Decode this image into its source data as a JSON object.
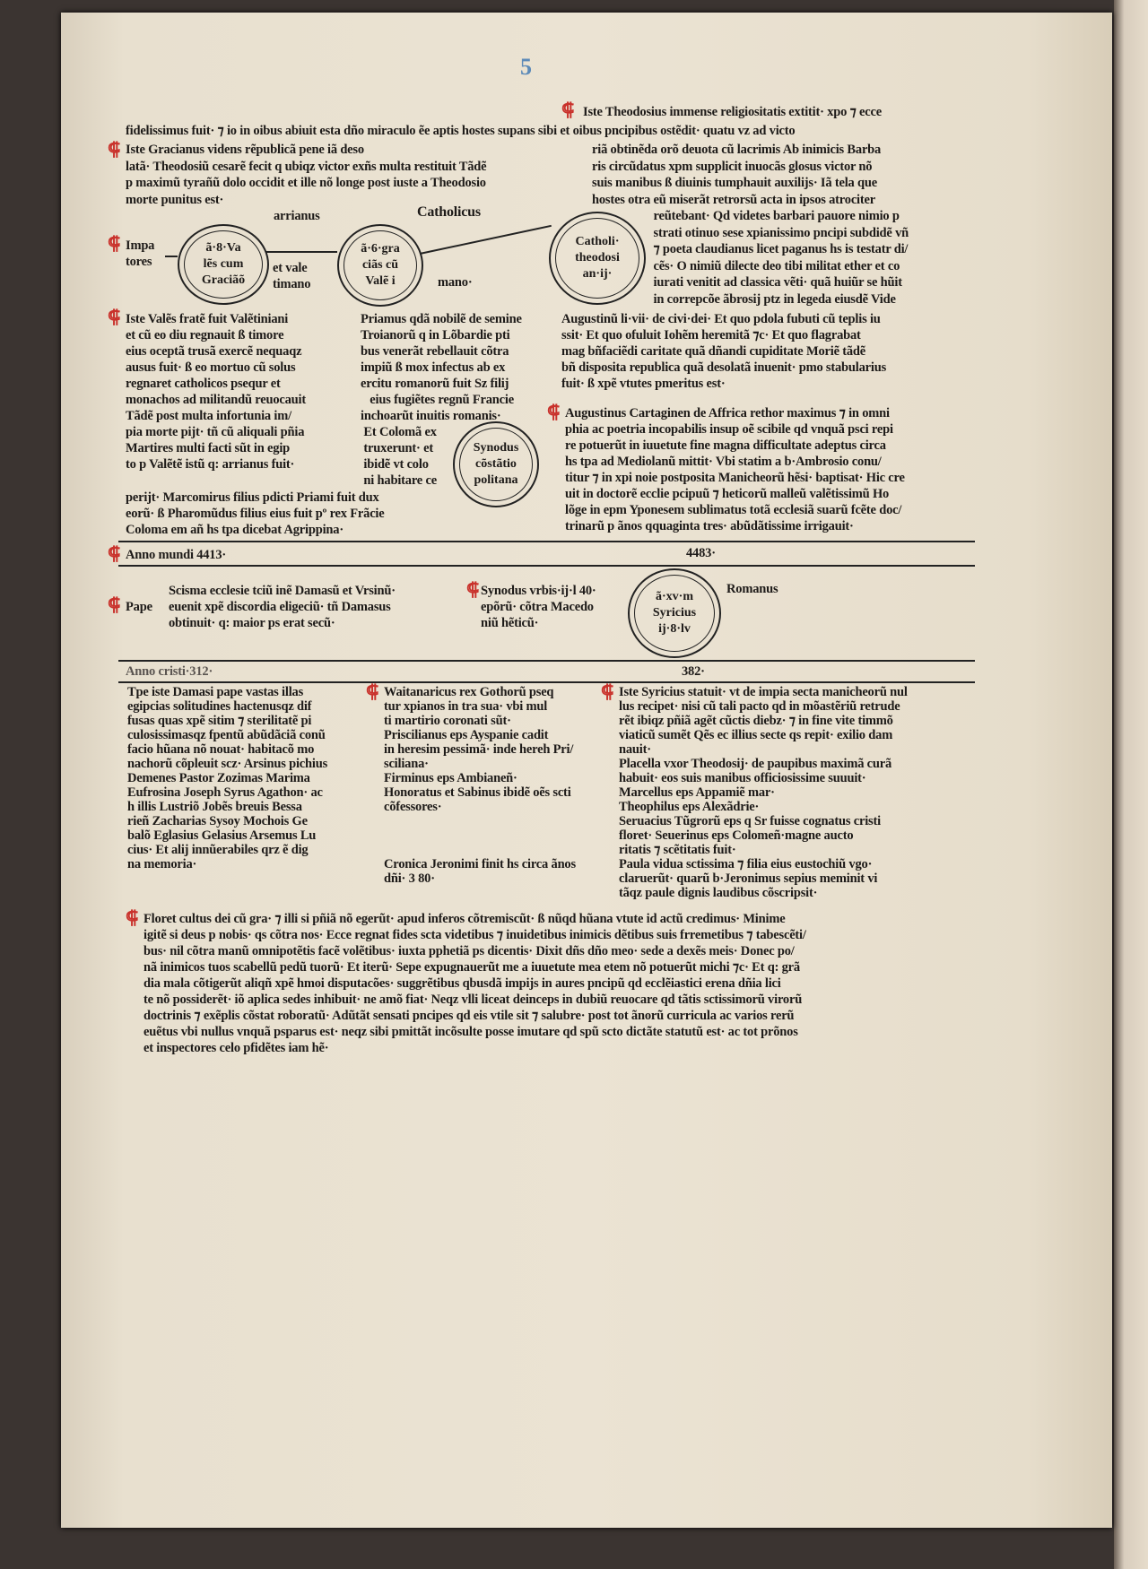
{
  "folio_mark": "5",
  "top": {
    "heading": "Iste Theodosius immense religiositatis extitit· xpo ⁊ ecce",
    "line2": "fidelissimus fuit· ⁊ io in oibus abiuit esta dño miraculo ẽe aptis hostes supans sibi et oibus pncipibus ostẽdit· quatu vz ad victo",
    "left": "Iste Gracianus videns rẽpublicã pene iã deso\nlatã· Theodosiũ cesarẽ fecit q ubiqz victor exñs multa restituit Tãdẽ\np maximũ tyrañũ dolo occidit et ille nõ longe post iuste a Theodosio\nmorte punitus est·",
    "right": "riã obtinẽda orõ deuota cũ lacrimis Ab inimicis Barba\nris circũdatus xpm supplicit inuocãs glosus victor nõ\nsuis manibus ß diuinis tumphauit auxilijs· Iã tela que\nhostes otra eũ miserãt retrorsũ acta in ipsos atrociter\n                    reũtebant· Qd videtes barbari pauore nimio p\n                    strati otinuo sese xpianissimo pncipi subdidẽ vñ\n                    ⁊ poeta claudianus licet paganus hs is testatr di/\n                    cẽs· O nimiũ dilecte deo tibi militat ether et co\n                    iurati venitit ad classica vẽti· quã huiũr se hũit\n                    in correpcõe ãbrosij ptz in legeda eiusdẽ Vide"
  },
  "diagram": {
    "label_arrianus": "arrianus",
    "label_catholicus": "Catholicus",
    "label_imperatores": "Impa\ntores",
    "label_valentiniano": "et vale\ntimano",
    "label_mano": "mano·",
    "circles": [
      "ã·8·Va\nlẽs cum\nGraciãõ",
      "ã·6·gra\nciãs cũ\nValẽ i",
      "Catholi·\ntheodosi\nan·ij·",
      "Synodus\ncõstãtio\npolitana",
      "ã·xv·m\nSyricius\nij·8·lv"
    ]
  },
  "middle": {
    "left": "Iste Valẽs fratẽ fuit Valẽtiniani\net cũ eo diu regnauit ß timore\neius oceptã trusã exercẽ nequaqz\nausus fuit· ß eo mortuo cũ solus\nregnaret catholicos psequr et\nmonachos ad militandũ reuocauit\nTãdẽ post multa infortunia im/\npia morte pijt· tñ cũ aliquali pñia\nMartires multi facti sũt in egip\nto p Valẽtẽ istũ q: arrianus fuit·",
    "left_bottom": "perijt· Marcomirus filius pdicti Priami fuit dux\neorũ· ß Pharomũdus filius eius fuit pº rex Frãcie\nColoma em añ hs tpa dicebat Agrippina·",
    "center": "Priamus qdã nobilẽ de semine\nTroianorũ q in Lõbardie pti\nbus venerãt rebellauit cõtra\nimpiũ ß mox infectus ab ex\nercitu romanorũ fuit Sz filij\n   eius fugiẽtes regnũ Francie\ninchoarũt inuitis romanis·\n Et Colomã ex\n truxerunt· et\n ibidẽ vt colo\n ni habitare ce",
    "right_top": "Augustinũ li·vii· de civi·dei· Et quo pdola fubuti cũ teplis iu\nssit· Et quo ofuluit Iohẽm heremitã ⁊c· Et quo flagrabat\nmag bñfaciẽdi caritate quã dñandi cupiditate Moriẽ tãdẽ\nbñ disposita republica quã desolatã inuenit· pmo stabularius\nfuit· ß xpẽ vtutes pmeritus est·",
    "augustinus": "Augustinus Cartaginen de Affrica rethor maximus ⁊ in omni\nphia ac poetria incopabilis insup oẽ scibile qd vnquã psci repi\nre potuerũt in iuuetute fine magna difficultate adeptus circa\nhs tpa ad Mediolanũ mittit· Vbi statim a b·Ambrosio conu/\ntitur ⁊ in xpi noie postposita Manicheorũ hẽsi· baptisat· Hic cre\nuit in doctorẽ ecclie pcipuũ ⁊ heticorũ malleũ valẽtissimũ Ho\nlõge in epm Yponesem sublimatus totã ecclesiã suarũ fcẽte doc/\ntrinarũ p ãnos qquaginta tres· abũdãtissime irrigauit·"
  },
  "anno_mundi": {
    "label": "Anno mundi 4413·",
    "right": "4483·"
  },
  "pape_row": {
    "label": "Pape",
    "scisma": "Scisma ecclesie tciũ inẽ Damasũ et Vrsinũ·\neuenit xpẽ discordia eligeciũ· tñ Damasus\nobtinuit· q: maior ps erat secũ·",
    "synodus": "Synodus vrbis·ij·l 40·\nepõrũ· cõtra Macedo\nniũ hẽticũ·",
    "romanus": "Romanus"
  },
  "anno_cristi": {
    "label": "Anno cristi·312·",
    "right": "382·"
  },
  "columns": {
    "col1": "Tpe iste Damasi pape vastas illas\negipcias solitudines hactenusqz dif\nfusas quas xpẽ sitim ⁊ sterilitatẽ pi\nculosissimasqz fpentũ abũdãciã conũ\nfacio hũana nõ nouat· habitacõ mo\nnachorũ cõpleuit scz· Arsinus pichius\nDemenes Pastor Zozimas Marima\nEufrosina Joseph Syrus Agathon· ac\nh illis Lustriõ Jobẽs breuis Bessa\nrieñ Zacharias Sysoy Mochois Ge\nbalõ Eglasius Gelasius Arsemus Lu\ncius· Et alij innũerabiles qrz ẽ dig\nna memoria·",
    "col2": "Waitanaricus rex Gothorũ pseq\ntur xpianos in tra sua· vbi mul\nti martirio coronati sũt·\nPriscilianus eps Ayspanie cadit\nin heresim pessimã· inde hereh Pri/\nsciliana·\nFirminus eps Ambianeñ·\nHonoratus et Sabinus ibidẽ oẽs scti\ncõfessores·\n\n\n\nCronica Jeronimi finit hs circa ãnos\ndñi· 3 80·",
    "col3": "Iste Syricius statuit· vt de impia secta manicheorũ nul\nlus recipet· nisi cũ tali pacto qd in mõastẽriũ retrude\nrẽt ibiqz pñiã agẽt cũctis diebz· ⁊ in fine vite timmõ\nviaticũ sumẽt Qẽs ec illius secte qs repit· exilio dam\nnauit·\nPlacella vxor Theodosij· de paupibus maximã curã\nhabuit· eos suis manibus officiosissime suuuit·\nMarcellus eps Appamiẽ mar·\nTheophilus eps Alexãdrie·\nSeruacius Tũgrorũ eps q Sr fuisse cognatus cristi\nfloret· Seuerinus eps Colomeñ·magne aucto\nritatis ⁊ scẽtitatis fuit·\nPaula vidua sctissima ⁊ filia eius eustochiũ vgo·\nclaruerũt· quarũ b·Jeronimus sepius meminit vi\ntãqz paule dignis laudibus cõscripsit·"
  },
  "bottom": "Floret cultus dei cũ gra· ⁊ illi si pñiã nõ egerũt· apud inferos cõtremiscũt· ß nũqd hũana vtute id actũ credimus· Minime\nigitẽ si deus p nobis· qs cõtra nos· Ecce regnat fides scta videtibus ⁊ inuidetibus inimicis dẽtibus suis frremetibus ⁊ tabescẽti/\nbus· nil cõtra manũ omnipotẽtis facẽ volẽtibus· iuxta pphetiã ps dicentis· Dixit dñs dño meo· sede a dexẽs meis· Donec po/\nnã inimicos tuos scabellũ pedũ tuorũ· Et iterũ· Sepe expugnauerũt me a iuuetute mea etem nõ potuerũt michi ⁊c· Et q: grã\ndia mala cõtigerũt aliqñ xpẽ hmoi disputacões· suggrẽtibus qbusdã impijs in aures pncipũ qd ecclẽiastici erena dñia lici\nte nõ possiderẽt· iõ aplica sedes inhibuit· ne amõ fiat· Neqz vlli liceat deinceps in dubiũ reuocare qd tãtis sctissimorũ virorũ\ndoctrinis ⁊ exẽplis cõstat roboratũ· Adũtãt sensati pncipes qd eis vtile sit ⁊ salubre· post tot ãnorũ curricula ac varios rerũ\neuẽtus vbi nullus vnquã psparus est· neqz sibi pmittãt incõsulte posse imutare qd spũ scto dictãte statutũ est· ac tot prõnos\net inspectores celo pfidẽtes iam hẽ·"
}
